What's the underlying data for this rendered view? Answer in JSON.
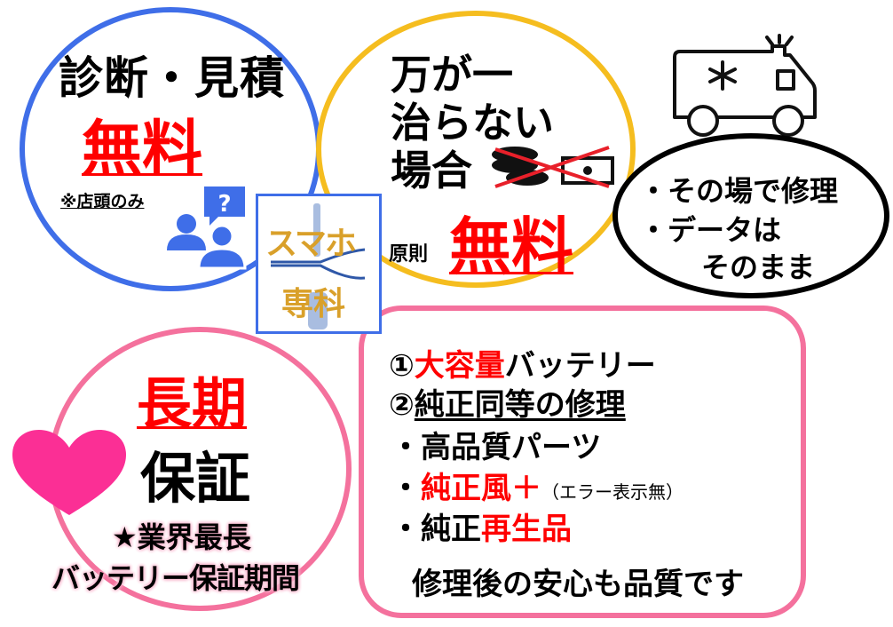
{
  "diagnosis": {
    "title": "診断・見積",
    "free": "無料",
    "note": "※店頭のみ",
    "icon": "consult-question-icon",
    "color": "#3f6ee8"
  },
  "badge": {
    "line1": "スマホ",
    "line2": "専科",
    "color": "#d9a02a",
    "border": "#3f6ee8"
  },
  "refund": {
    "line1": "万が一",
    "line2": "治らない",
    "line3": "場合",
    "prefix": "原則",
    "free": "無料",
    "color": "#f5bd1f"
  },
  "onsite": {
    "item1": "・その場で修理",
    "item2": "・データは",
    "item3": "そのまま"
  },
  "warranty": {
    "title_red": "長期",
    "title": "保証",
    "sub1": "★業界最長",
    "sub2": "バッテリー保証期間",
    "color": "#f4719d",
    "heart_color": "#fb2f95"
  },
  "quality": {
    "line1_num": "①",
    "line1_red": "大容量",
    "line1_rest": "バッテリー",
    "line2_num": "②",
    "line2": "純正同等の修理",
    "line3": "・高品質パーツ",
    "line4_dot": "・",
    "line4_red": "純正風＋",
    "line4_small": "（エラー表示無）",
    "line5_dot": "・",
    "line5_black": "純正",
    "line5_red": "再生品",
    "footer": "修理後の安心も品質です",
    "border": "#f4719d"
  }
}
